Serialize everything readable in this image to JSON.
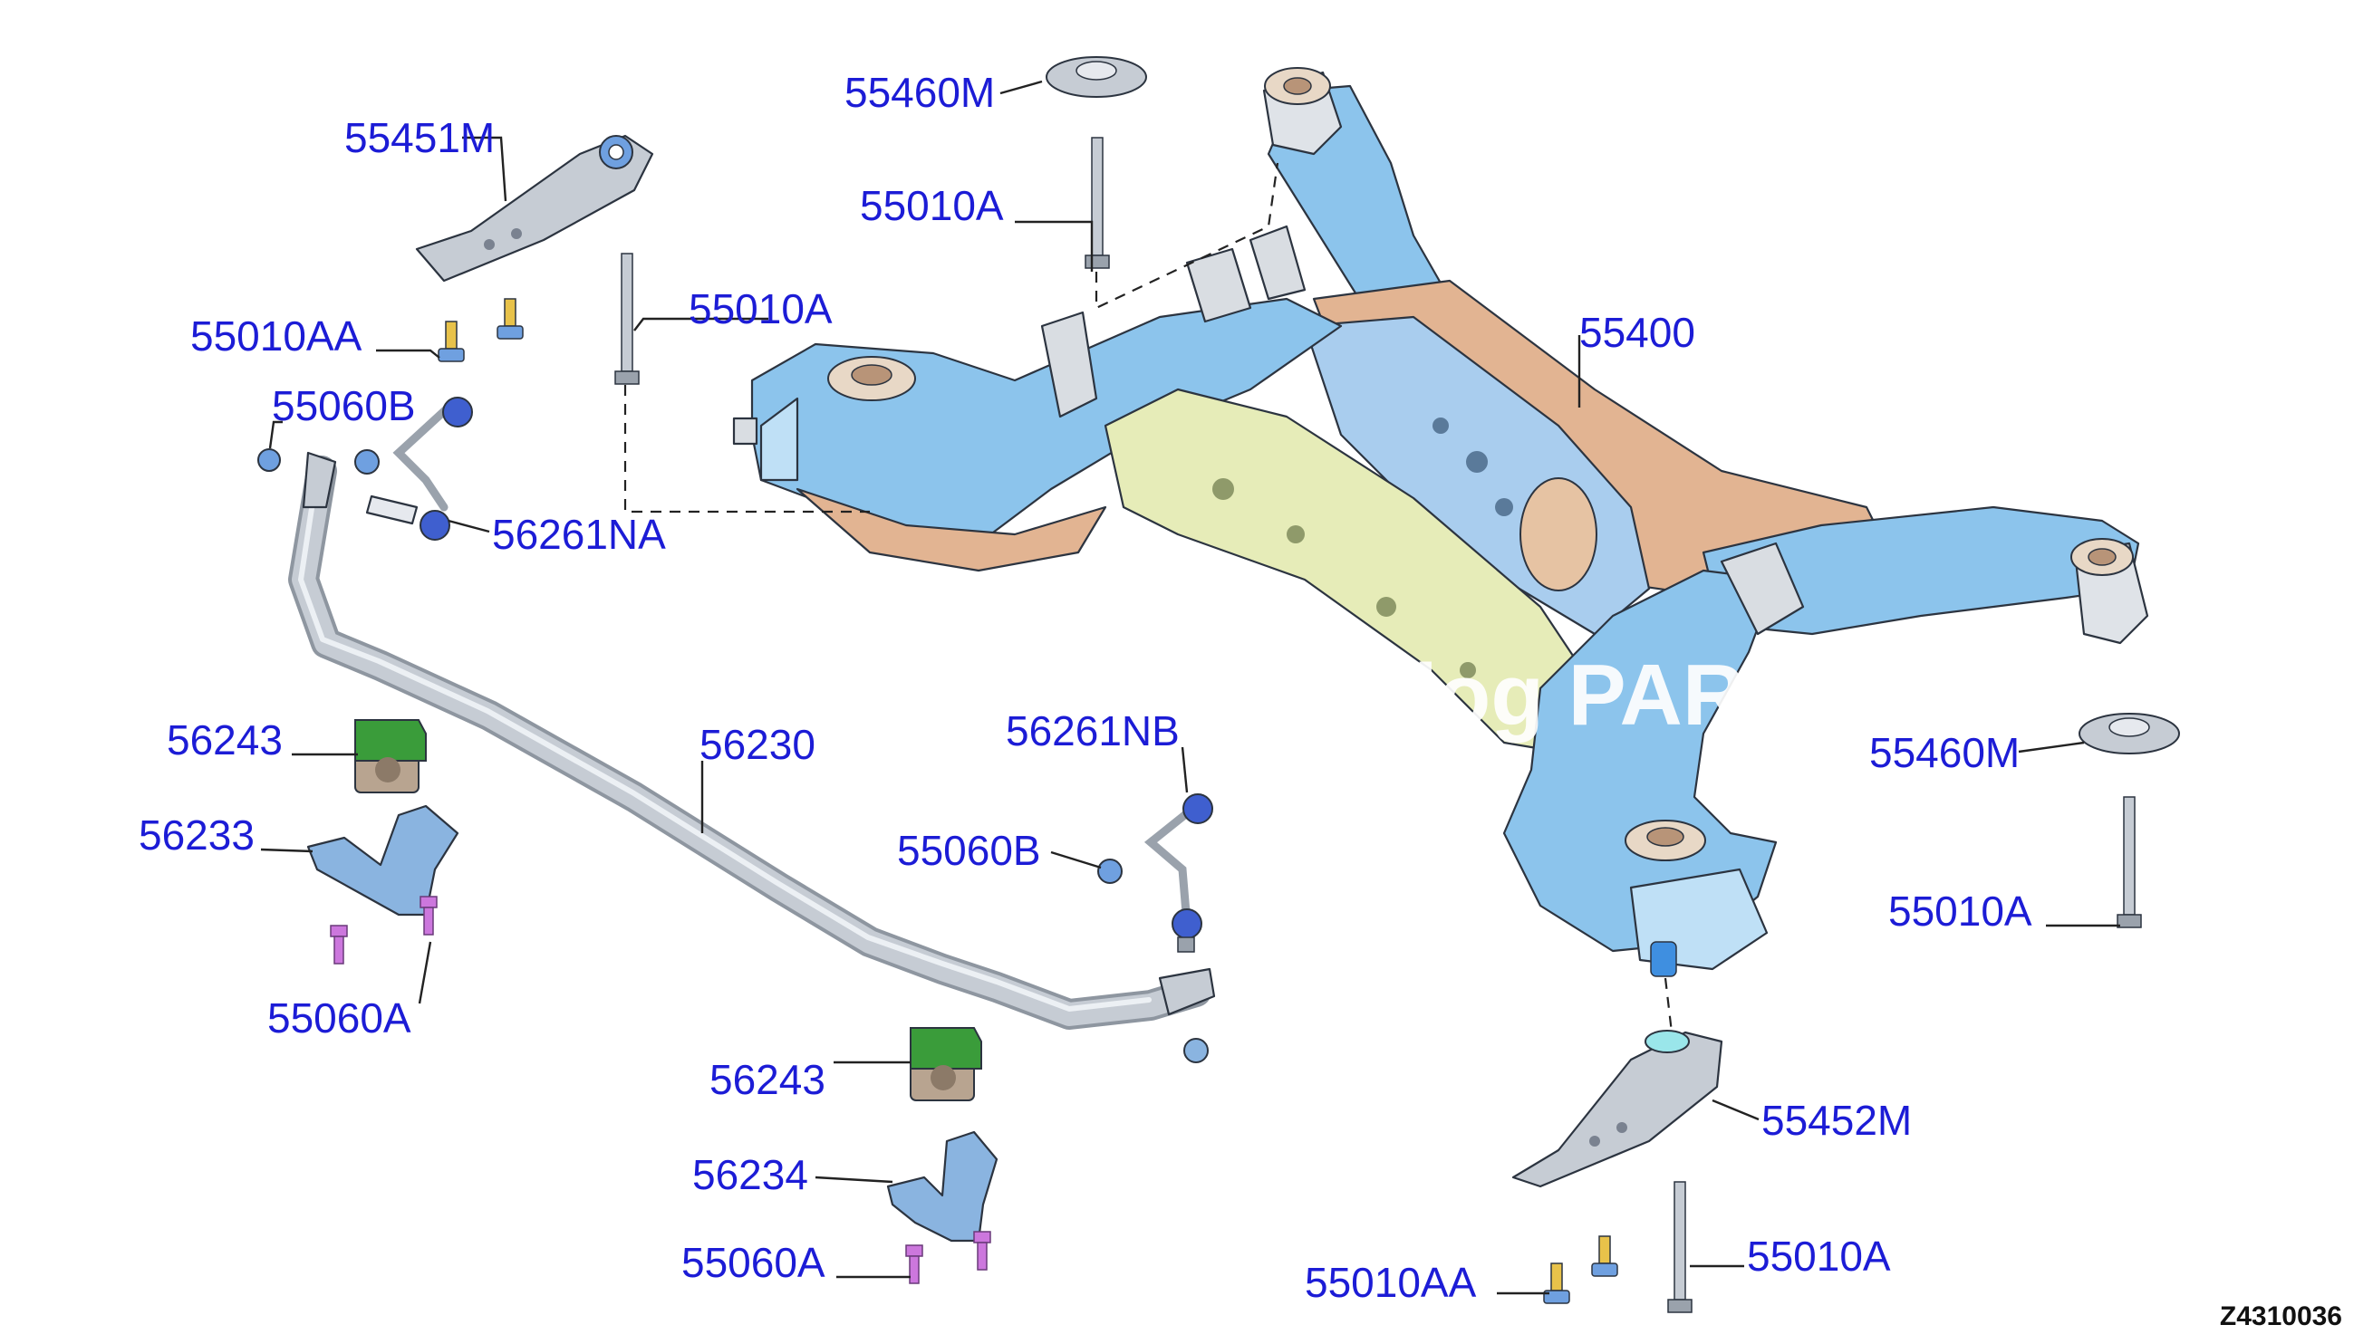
{
  "figure_id": "Z4310036",
  "watermark": "log PAR",
  "colors": {
    "callout": "#1c1cd6",
    "subframe": "#8cc4ec",
    "crossmember": "#e6ecb8",
    "tan_panel": "#e2b492",
    "stabilizer_bar": "#c6ccd4",
    "bushing_green": "#3a9c3a",
    "bushing_body": "#b8a490",
    "bracket": "#8ab4e0",
    "bolt_purple": "#cc77dd",
    "bolt_gold": "#e8c24a",
    "bushing_cap": "#3f5fcf"
  },
  "callouts": [
    {
      "id": "c1",
      "text": "55460M"
    },
    {
      "id": "c2",
      "text": "55451M"
    },
    {
      "id": "c3",
      "text": "55010A"
    },
    {
      "id": "c4",
      "text": "55010A"
    },
    {
      "id": "c5",
      "text": "55400"
    },
    {
      "id": "c6",
      "text": "55010AA"
    },
    {
      "id": "c7",
      "text": "55060B"
    },
    {
      "id": "c8",
      "text": "56261NA"
    },
    {
      "id": "c9",
      "text": "56243"
    },
    {
      "id": "c10",
      "text": "56230"
    },
    {
      "id": "c11",
      "text": "56261NB"
    },
    {
      "id": "c12",
      "text": "55460M"
    },
    {
      "id": "c13",
      "text": "56233"
    },
    {
      "id": "c14",
      "text": "55060B"
    },
    {
      "id": "c15",
      "text": "55010A"
    },
    {
      "id": "c16",
      "text": "55060A"
    },
    {
      "id": "c17",
      "text": "56243"
    },
    {
      "id": "c18",
      "text": "55452M"
    },
    {
      "id": "c19",
      "text": "56234"
    },
    {
      "id": "c20",
      "text": "55060A"
    },
    {
      "id": "c21",
      "text": "55010A"
    },
    {
      "id": "c22",
      "text": "55010AA"
    }
  ]
}
